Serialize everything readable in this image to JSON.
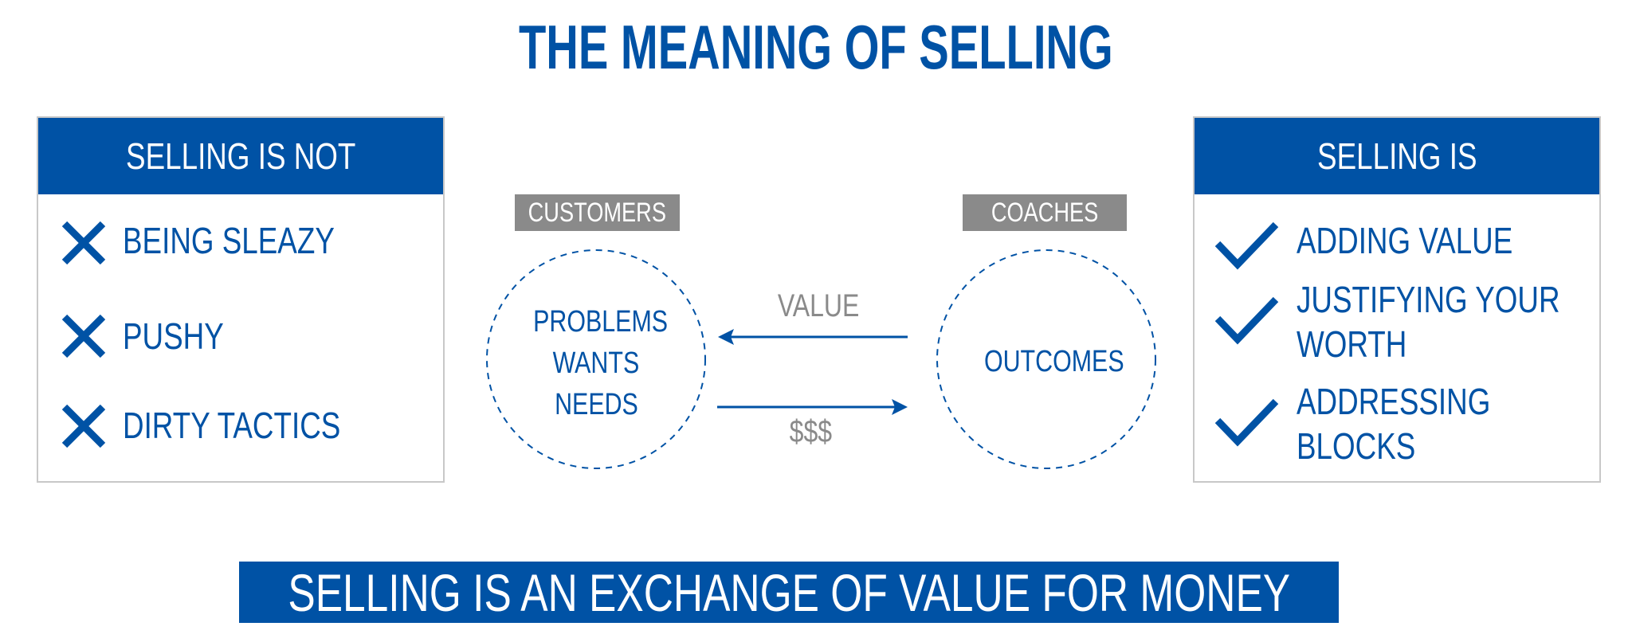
{
  "title": "THE MEANING OF SELLING",
  "left_box": {
    "header": "SELLING IS NOT",
    "items": [
      "BEING SLEAZY",
      "PUSHY",
      "DIRTY TACTICS"
    ]
  },
  "right_box": {
    "header": "SELLING IS",
    "items": [
      {
        "line1": "ADDING VALUE",
        "line2": ""
      },
      {
        "line1": "JUSTIFYING YOUR",
        "line2": "WORTH"
      },
      {
        "line1": "ADDRESSING",
        "line2": "BLOCKS"
      }
    ]
  },
  "center": {
    "customers_label": "CUSTOMERS",
    "coaches_label": "COACHES",
    "customer_circle": [
      "PROBLEMS",
      "WANTS",
      "NEEDS"
    ],
    "coach_circle": "OUTCOMES",
    "value_label": "VALUE",
    "money_label": "$$$"
  },
  "banner": "SELLING IS AN EXCHANGE OF VALUE FOR MONEY",
  "colors": {
    "brand_blue": "#0052a5",
    "label_gray": "#8a8a8a"
  }
}
